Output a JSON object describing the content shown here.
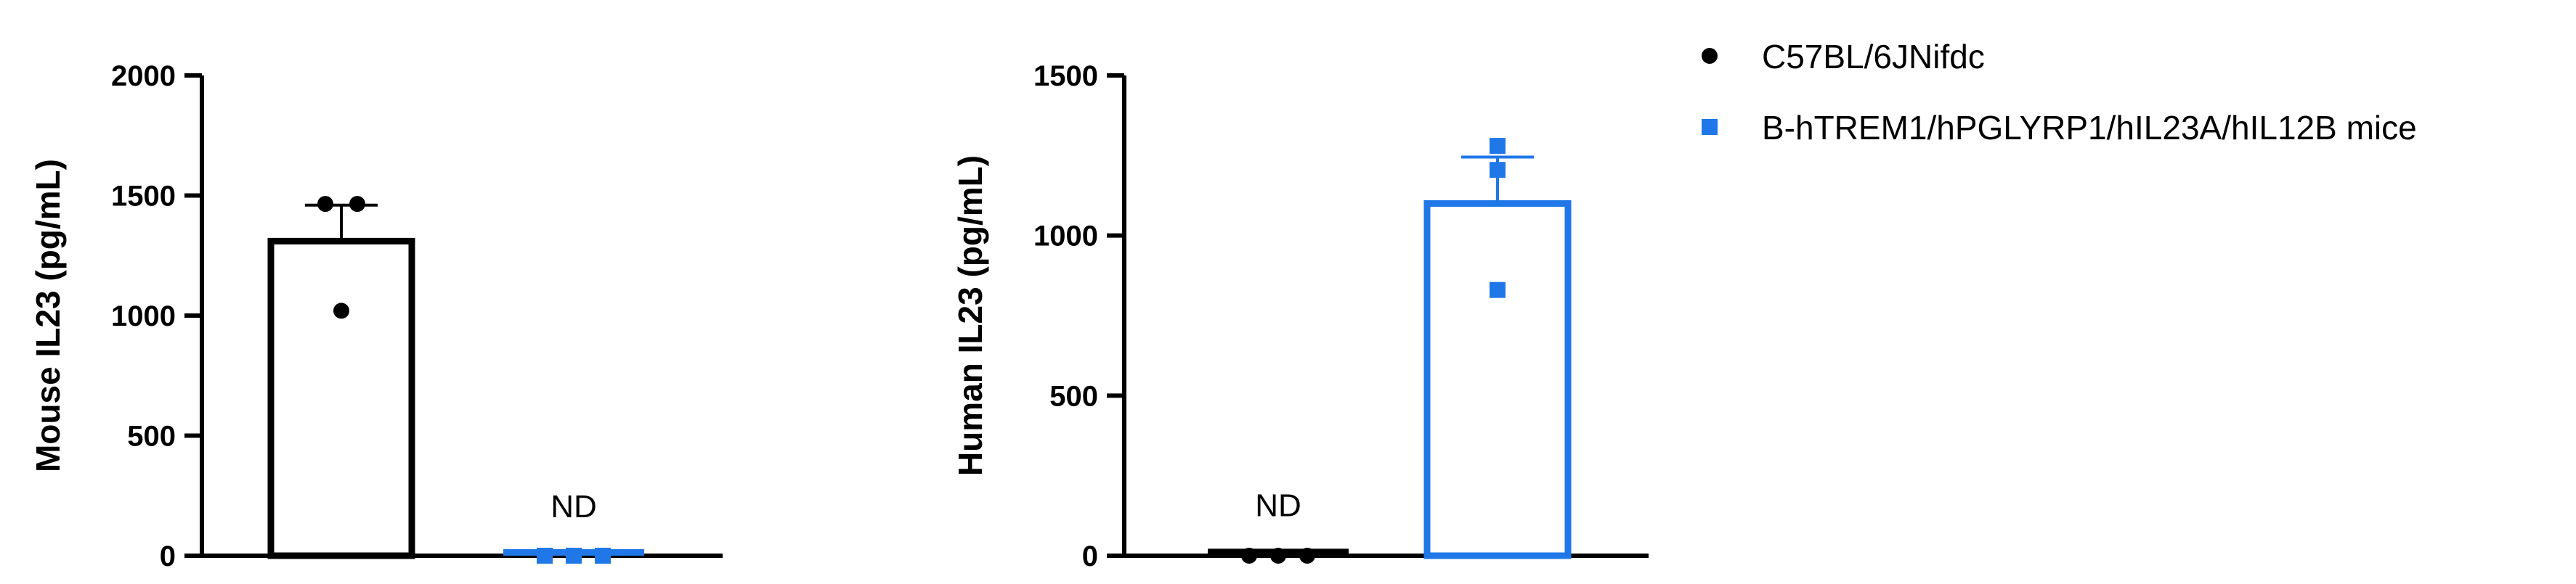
{
  "chart_data": [
    {
      "type": "bar",
      "ylabel": "Mouse IL23 (pg/mL)",
      "ylim": [
        0,
        2000
      ],
      "yticks": [
        0,
        500,
        1000,
        1500,
        2000
      ],
      "grid": false,
      "categories": [
        "C57BL/6JNifdc",
        "B-hTREM1/hPGLYRP1/hIL23A/hIL12B mice"
      ],
      "series": [
        {
          "name": "C57BL/6JNifdc",
          "color": "#000000",
          "marker": "circle",
          "value": 1310,
          "error_upper": 150,
          "points": [
            1020,
            1465,
            1465
          ],
          "annotation": ""
        },
        {
          "name": "B-hTREM1/hPGLYRP1/hIL23A/hIL12B mice",
          "color": "#1f77e8",
          "marker": "square",
          "value": 15,
          "error_upper": 0,
          "points": [
            0,
            0,
            0
          ],
          "annotation": "ND"
        }
      ]
    },
    {
      "type": "bar",
      "ylabel": "Human IL23 (pg/mL)",
      "ylim": [
        0,
        1500
      ],
      "yticks": [
        0,
        500,
        1000,
        1500
      ],
      "grid": false,
      "categories": [
        "C57BL/6JNifdc",
        "B-hTREM1/hPGLYRP1/hIL23A/hIL12B mice"
      ],
      "series": [
        {
          "name": "C57BL/6JNifdc",
          "color": "#000000",
          "marker": "circle",
          "value": 15,
          "error_upper": 0,
          "points": [
            0,
            0,
            0
          ],
          "annotation": "ND"
        },
        {
          "name": "B-hTREM1/hPGLYRP1/hIL23A/hIL12B mice",
          "color": "#1f77e8",
          "marker": "square",
          "value": 1100,
          "error_upper": 145,
          "points": [
            830,
            1205,
            1280
          ],
          "annotation": ""
        }
      ]
    }
  ],
  "legend": {
    "position": "top-right",
    "items": [
      {
        "label": "C57BL/6JNifdc",
        "color": "#000000",
        "marker": "circle"
      },
      {
        "label": "B-hTREM1/hPGLYRP1/hIL23A/hIL12B mice",
        "color": "#1f77e8",
        "marker": "square"
      }
    ]
  }
}
